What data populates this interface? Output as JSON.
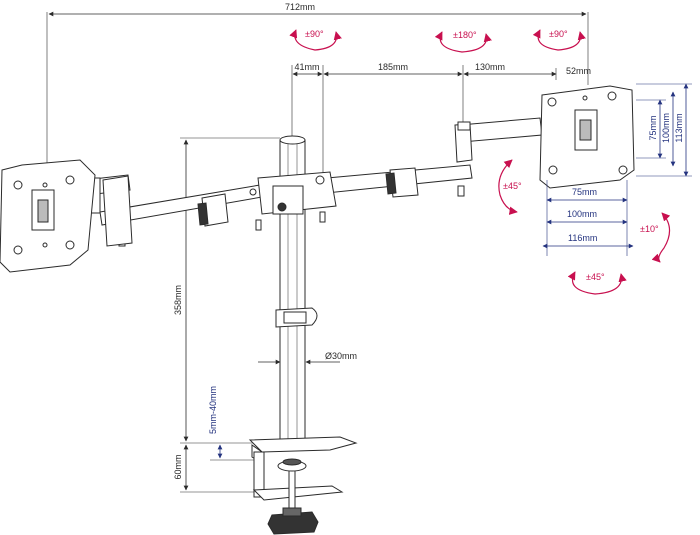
{
  "dimensions": {
    "total_width": "712mm",
    "arm_offset": "41mm",
    "arm_mid": "185mm",
    "arm_end": "130mm",
    "panel_offset": "52mm",
    "pole_height": "358mm",
    "pole_diameter": "Ø30mm",
    "clamp_range": "5mm-40mm",
    "base_height": "60mm"
  },
  "vesa": {
    "h_inner": "75mm",
    "h_mid": "100mm",
    "h_outer": "116mm",
    "v_inner": "75mm",
    "v_mid": "100mm",
    "v_outer": "113mm"
  },
  "rotations": {
    "r1": "±90°",
    "r2": "±180°",
    "r3": "±90°",
    "tilt": "±45°",
    "swivel": "±10°",
    "rotate": "±45°"
  },
  "colors": {
    "line": "#2b2b2b",
    "blue": "#24337f",
    "pink": "#c8104f"
  }
}
